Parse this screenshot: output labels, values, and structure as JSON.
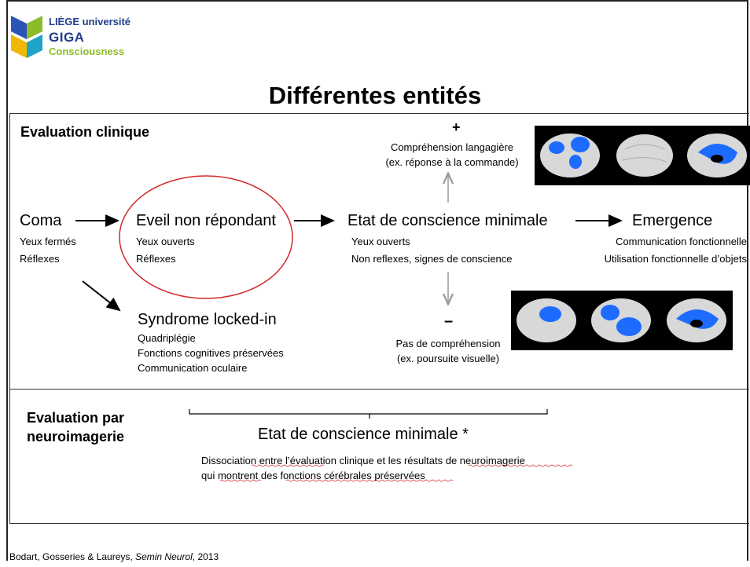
{
  "logo": {
    "university": "LIÈGE université",
    "giga": "GIGA",
    "consciousness": "Consciousness"
  },
  "title": "Différentes entités",
  "clinical": {
    "label": "Evaluation clinique",
    "plus": "+",
    "plus_text_1": "Compréhension langagière",
    "plus_text_2": "(ex. réponse à la commande)",
    "minus": "–",
    "minus_text_1": "Pas de compréhension",
    "minus_text_2": "(ex. poursuite visuelle)",
    "coma": {
      "title": "Coma",
      "line1": "Yeux fermés",
      "line2": "Réflexes"
    },
    "eveil": {
      "title": "Eveil non répondant",
      "line1": "Yeux ouverts",
      "line2": "Réflexes"
    },
    "ecm": {
      "title": "Etat de conscience minimale",
      "line1": "Yeux ouverts",
      "line2": "Non reflexes, signes de conscience"
    },
    "emergence": {
      "title": "Emergence",
      "line1": "Communication fonctionnelle",
      "line2": "Utilisation fonctionnelle d’objets"
    },
    "locked": {
      "title": "Syndrome locked-in",
      "line1": "Quadriplégie",
      "line2": "Fonctions cognitives préservées",
      "line3": "Communication oculaire"
    }
  },
  "imaging": {
    "label_1": "Evaluation par",
    "label_2": "neuroimagerie",
    "title": "Etat de conscience minimale *",
    "text_1": "Dissociation entre l’évaluation clinique et les résultats de neuroimagerie",
    "text_2": "qui montrent des fonctions cérébrales préservées"
  },
  "footer": {
    "authors": "Bodart, Gosseries & Laureys, ",
    "journal": "Semin Neurol",
    "year": ", 2013"
  },
  "colors": {
    "brand_blue": "#1f3e8a",
    "brand_green": "#8cbc2a",
    "circle_red": "#d12a2a",
    "activation_blue": "#1e6bff"
  }
}
